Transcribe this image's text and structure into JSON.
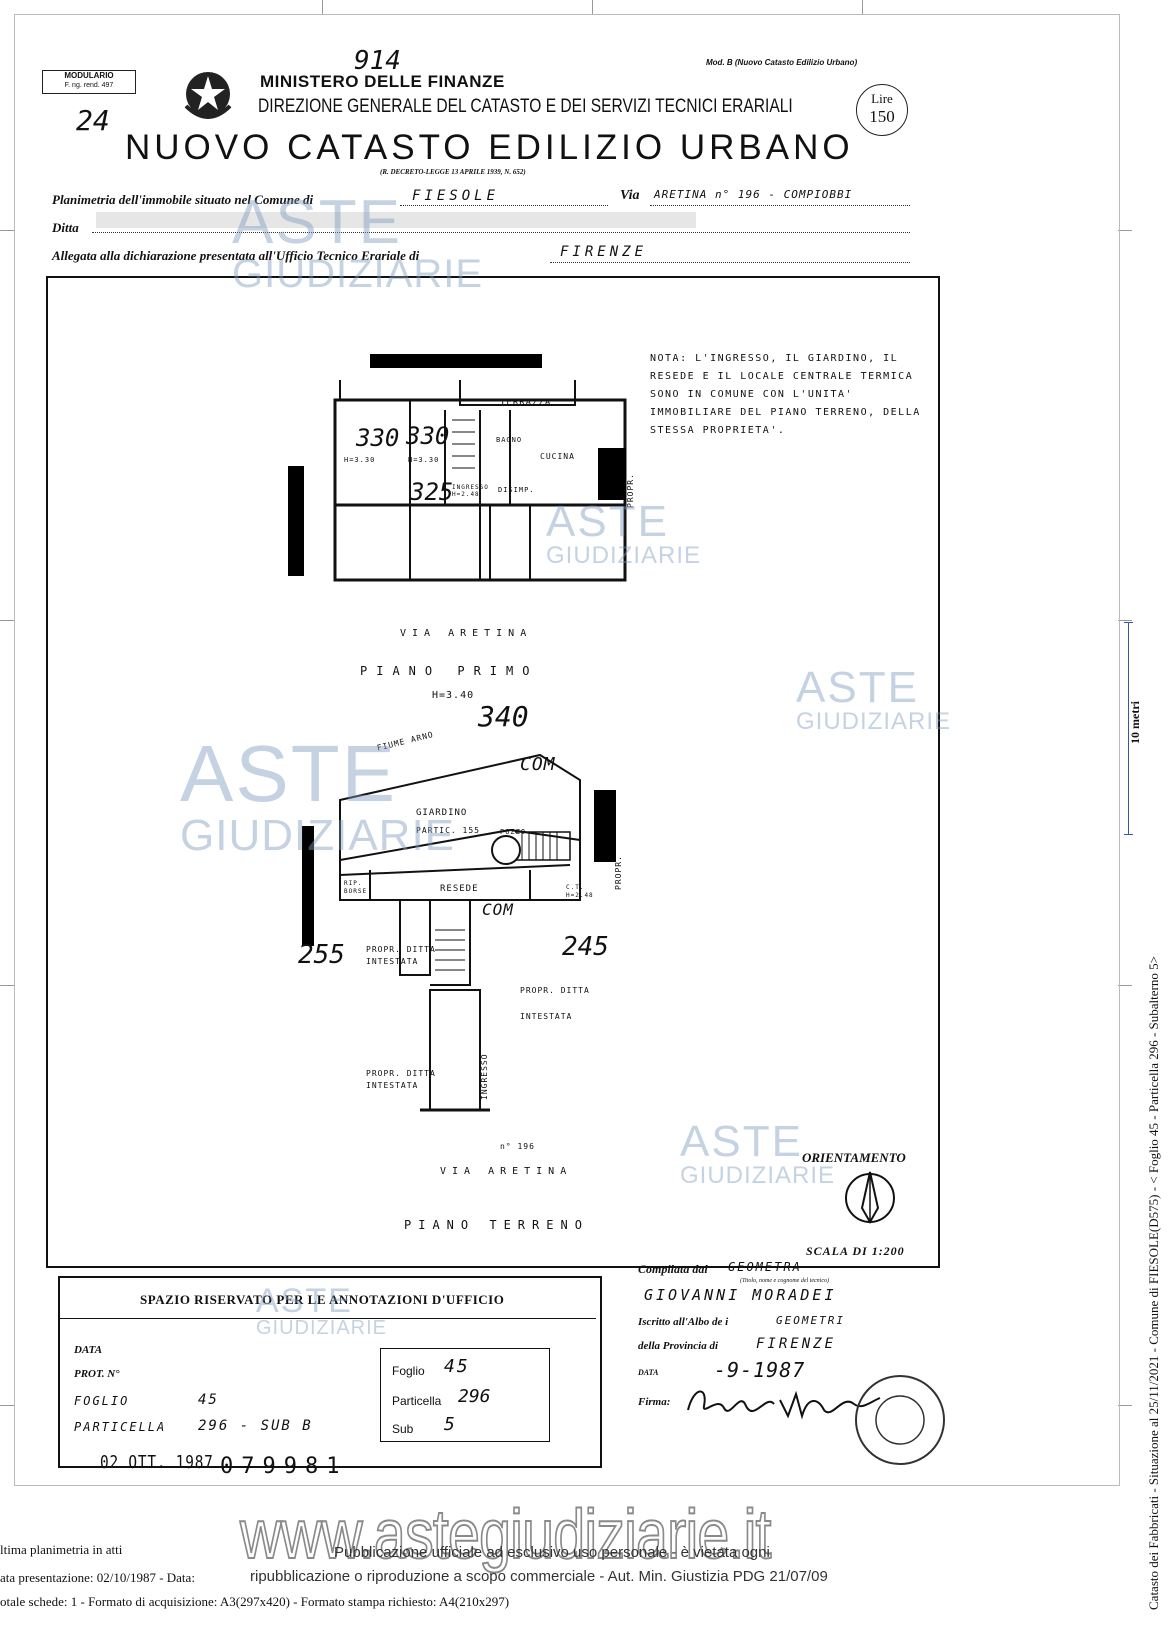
{
  "header": {
    "modulario": "MODULARIO",
    "modulario_sub": "F. ng. rend. 497",
    "handwritten_number": "914",
    "handwritten_sheet": "24",
    "ministry": "MINISTERO DELLE FINANZE",
    "direction": "DIREZIONE GENERALE DEL CATASTO E DEI SERVIZI TECNICI ERARIALI",
    "title": "NUOVO CATASTO EDILIZIO URBANO",
    "decree": "(R. DECRETO-LEGGE 13 APRILE 1939, N. 652)",
    "model": "Mod. B (Nuovo Catasto Edilizio Urbano)",
    "price_label": "Lire",
    "price_value": "150"
  },
  "fields": {
    "comune_label": "Planimetria dell'immobile situato nel Comune di",
    "comune_value": "FIESOLE",
    "via_label": "Via",
    "via_value": "ARETINA n° 196 - COMPIOBBI",
    "ditta_label": "Ditta",
    "allegata_label": "Allegata alla dichiarazione presentata all'Ufficio Tecnico Erariale di",
    "allegata_value": "FIRENZE"
  },
  "plan": {
    "note": "NOTA: L'INGRESSO, IL GIARDINO, IL RESEDE E IL LOCALE CENTRALE TERMICA SONO IN COMUNE CON L'UNITA' IMMOBILIARE DEL PIANO TERRENO, DELLA STESSA PROPRIETA'.",
    "terrazza": "TERRAZZA",
    "h_left": "H=3.30",
    "h_right": "H=3.30",
    "num_330a": "330",
    "num_330b": "330",
    "bagno": "BAGNO",
    "cucina": "CUCINA",
    "num_325": "325",
    "ingresso": "INGRESSO H=2.48",
    "disimp": "DISIMP.",
    "propr_side": "PROPR.",
    "via_aretina_top": "VIA ARETINA",
    "piano_primo": "PIANO PRIMO",
    "h_primo": "H=3.40",
    "num_340": "340",
    "fiume": "FIUME ARNO",
    "com_top": "COM",
    "giardino": "GIARDINO",
    "partic": "PARTIC. 155",
    "pozzo": "POZZO",
    "propr_right": "PROPR.",
    "ripostiglio": "RIP. BORSE",
    "resede": "RESEDE",
    "com_mid": "COM",
    "ct": "C.T. H=2.48",
    "num_255": "255",
    "num_245": "245",
    "propr_ditta_1": "PROPR. DITTA INTESTATA",
    "propr_ditta_2": "PROPR. DITTA INTESTATA",
    "propr_ditta_3": "PROPR. DITTA INTESTATA",
    "ingresso_vert": "INGRESSO",
    "civico": "n° 196",
    "via_aretina_bottom": "VIA ARETINA",
    "piano_terreno": "PIANO TERRENO",
    "orientamento": "ORIENTAMENTO",
    "scala": "SCALA DI 1:200"
  },
  "office": {
    "title": "SPAZIO RISERVATO PER LE ANNOTAZIONI D'UFFICIO",
    "data_label": "DATA",
    "prot_label": "PROT. N°",
    "foglio_label": "FOGLIO",
    "foglio_value": "45",
    "particella_label": "PARTICELLA",
    "particella_value": "296 - SUB B",
    "stamp_date": "02 OTT. 1987",
    "stamp_number": "079981",
    "box_foglio_label": "Foglio",
    "box_foglio_value": "45",
    "box_particella_label": "Particella",
    "box_particella_value": "296",
    "box_sub_label": "Sub",
    "box_sub_value": "5"
  },
  "compiler": {
    "compilata_label": "Compilata dal",
    "compilata_value": "GEOMETRA",
    "small_note": "(Titolo, nome e cognome del tecnico)",
    "name": "GIOVANNI MORADEI",
    "iscritto_label": "Iscritto all'Albo de i",
    "iscritto_value": "GEOMETRI",
    "provincia_label": "della Provincia di",
    "provincia_value": "FIRENZE",
    "data_label": "DATA",
    "data_value": "-9-1987",
    "firma_label": "Firma:"
  },
  "watermark": {
    "aste": "ASTE",
    "giudiziarie": "GIUDIZIARIE",
    "site": "www.astegiudiziarie.it"
  },
  "footer": {
    "ultima": "ltima planimetria in atti",
    "data_presentazione": "ata presentazione: 02/10/1987 - Data:",
    "pubblicazione": "Pubblicazione ufficiale ad esclusivo uso personale - è vietata ogni",
    "ripubblicazione": "ripubblicazione o riproduzione a scopo commerciale - Aut. Min. Giustizia PDG 21/07/09",
    "schede": "otale schede: 1 - Formato di acquisizione: A3(297x420) - Formato stampa richiesto: A4(210x297)"
  },
  "side": {
    "vertical": "Catasto dei Fabbricati - Situazione al 25/11/2021 - Comune di FIESOLE(D575) - < Foglio 45 - Particella 296 - Subalterno 5>",
    "scale": "10 metri"
  }
}
